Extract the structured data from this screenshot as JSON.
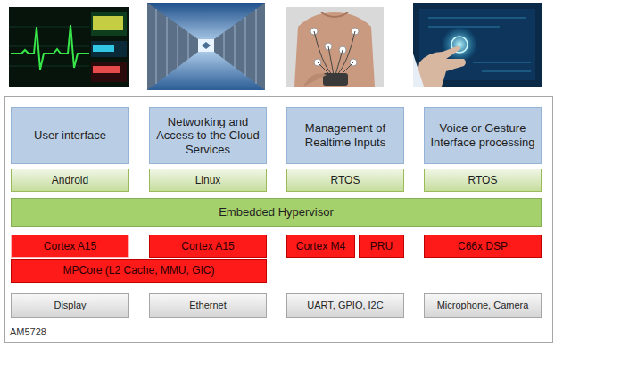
{
  "diagram": {
    "nodes": [
      {
        "text": [
          "AM5728"
        ]
      },
      {
        "text": [
          "User interface"
        ],
        "in": 0
      },
      {
        "text": [
          "Networking and Access to the Cloud Services"
        ],
        "in": 0
      },
      {
        "text": [
          "Management of Realtime Inputs"
        ],
        "in": 0
      },
      {
        "text": [
          "Voice or Gesture Interface processing"
        ],
        "in": 0
      },
      {
        "text": [
          "Android"
        ],
        "in": 0
      },
      {
        "text": [
          "Linux"
        ],
        "in": 0
      },
      {
        "text": [
          "RTOS"
        ],
        "in": 0
      },
      {
        "text": [
          "RTOS"
        ],
        "in": 0
      },
      {
        "text": [
          "Embedded Hypervisor"
        ],
        "in": 0
      },
      {
        "text": [
          "Cortex A15"
        ],
        "in": 0
      },
      {
        "text": [
          "Cortex A15"
        ],
        "in": 0
      },
      {
        "text": [
          "Cortex M4"
        ],
        "in": 0
      },
      {
        "text": [
          "PRU"
        ],
        "in": 0
      },
      {
        "text": [
          "C66x DSP"
        ],
        "in": 0
      },
      {
        "text": [
          "MPCore (L2 Cache, MMU, GIC)"
        ],
        "in": 0
      },
      {
        "text": [
          "Display"
        ],
        "in": 0
      },
      {
        "text": [
          "Ethernet"
        ],
        "in": 0
      },
      {
        "text": [
          "UART, GPIO, I2C"
        ],
        "in": 0
      },
      {
        "text": [
          "Microphone, Camera"
        ],
        "in": 0
      }
    ]
  }
}
